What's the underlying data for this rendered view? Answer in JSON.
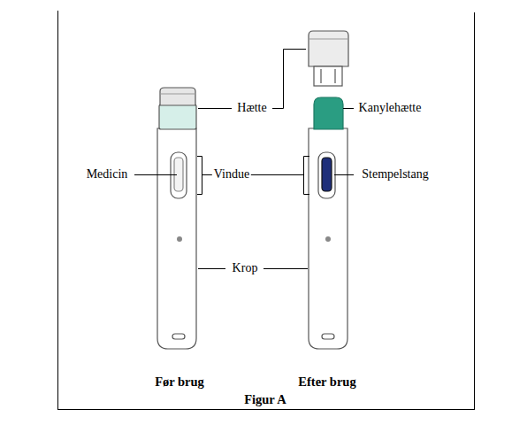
{
  "diagram": {
    "caption": "Figur A",
    "labels": [
      "Hætte",
      "Kanylehætte",
      "Medicin",
      "Vindue",
      "Stempelstang",
      "Krop",
      "Før brug",
      "Efter brug"
    ]
  }
}
